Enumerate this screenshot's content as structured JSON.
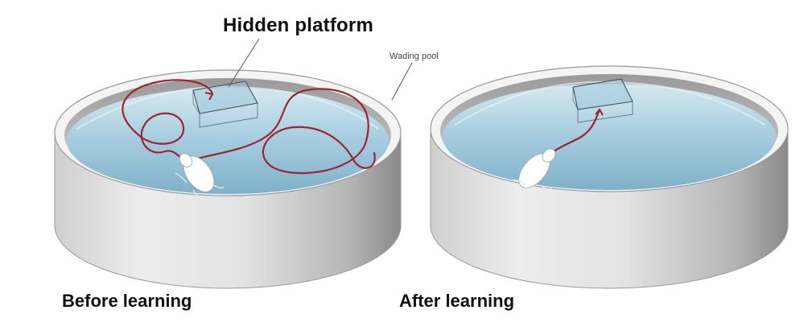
{
  "labels": {
    "hidden_platform": "Hidden platform",
    "wading_pool": "Wading pool",
    "before_learning": "Before learning",
    "after_learning": "After learning"
  },
  "colors": {
    "water_light": "#b9d8e6",
    "water_dark": "#6fa6c0",
    "wall_light": "#e8e8e8",
    "wall_dark": "#8a8a8a",
    "rim": "#f2f2f2",
    "path": "#9c2433",
    "rat": "#ffffff",
    "platform_edge": "#3b4a55"
  }
}
